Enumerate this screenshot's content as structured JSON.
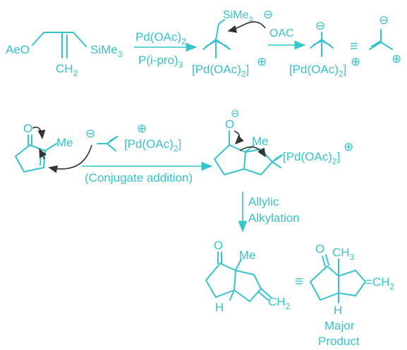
{
  "colors": {
    "ink": "#35c3cc",
    "curly_arrow": "#333333",
    "background": "#ffffff"
  },
  "row1": {
    "start": {
      "aeo": "AeO",
      "sime3": "SiMe",
      "sub3": "3",
      "ch2": "CH",
      "sub2": "2"
    },
    "reagent": {
      "top": "Pd(OAc)",
      "top_sub": "2",
      "bottom": "P(i-pro)",
      "bottom_sub": "3"
    },
    "intermediate": {
      "sime3": "SiMe",
      "sub3": "3",
      "oac": "OAC",
      "minus": "⊖",
      "complex": "[Pd(OAc)",
      "complex_sub": "2",
      "complex_close": "]",
      "plus": "⊕"
    },
    "tmm": {
      "minus": "⊖",
      "complex": "[Pd(OAc)",
      "complex_sub": "2",
      "complex_close": "]",
      "plus": "⊕"
    },
    "equiv": "≡",
    "tmm_simple": {
      "minus": "⊖",
      "plus": "⊕"
    }
  },
  "row2": {
    "enone": {
      "o": "O",
      "me": "Me"
    },
    "reagent_tmm": {
      "minus": "⊖",
      "complex": "[Pd(OAc)",
      "complex_sub": "2",
      "complex_close": "]",
      "plus": "⊕"
    },
    "arrow_label": "(Conjugate addition)",
    "adduct": {
      "o": "O",
      "minus": "⊖",
      "me": "Me",
      "complex": "[Pd(OAc)",
      "complex_sub": "2",
      "complex_close": "]",
      "plus": "⊕"
    }
  },
  "step3": {
    "line1": "Allylic",
    "line2": "Alkylation"
  },
  "products": {
    "left": {
      "o": "O",
      "me": "Me",
      "h": "H",
      "ch2": "CH",
      "sub2": "2"
    },
    "equiv": "≡",
    "right": {
      "o": "O",
      "ch3": "CH",
      "sub3": "3",
      "h": "H",
      "ch2": "=CH",
      "sub2": "2"
    },
    "caption_line1": "Major",
    "caption_line2": "Product"
  }
}
